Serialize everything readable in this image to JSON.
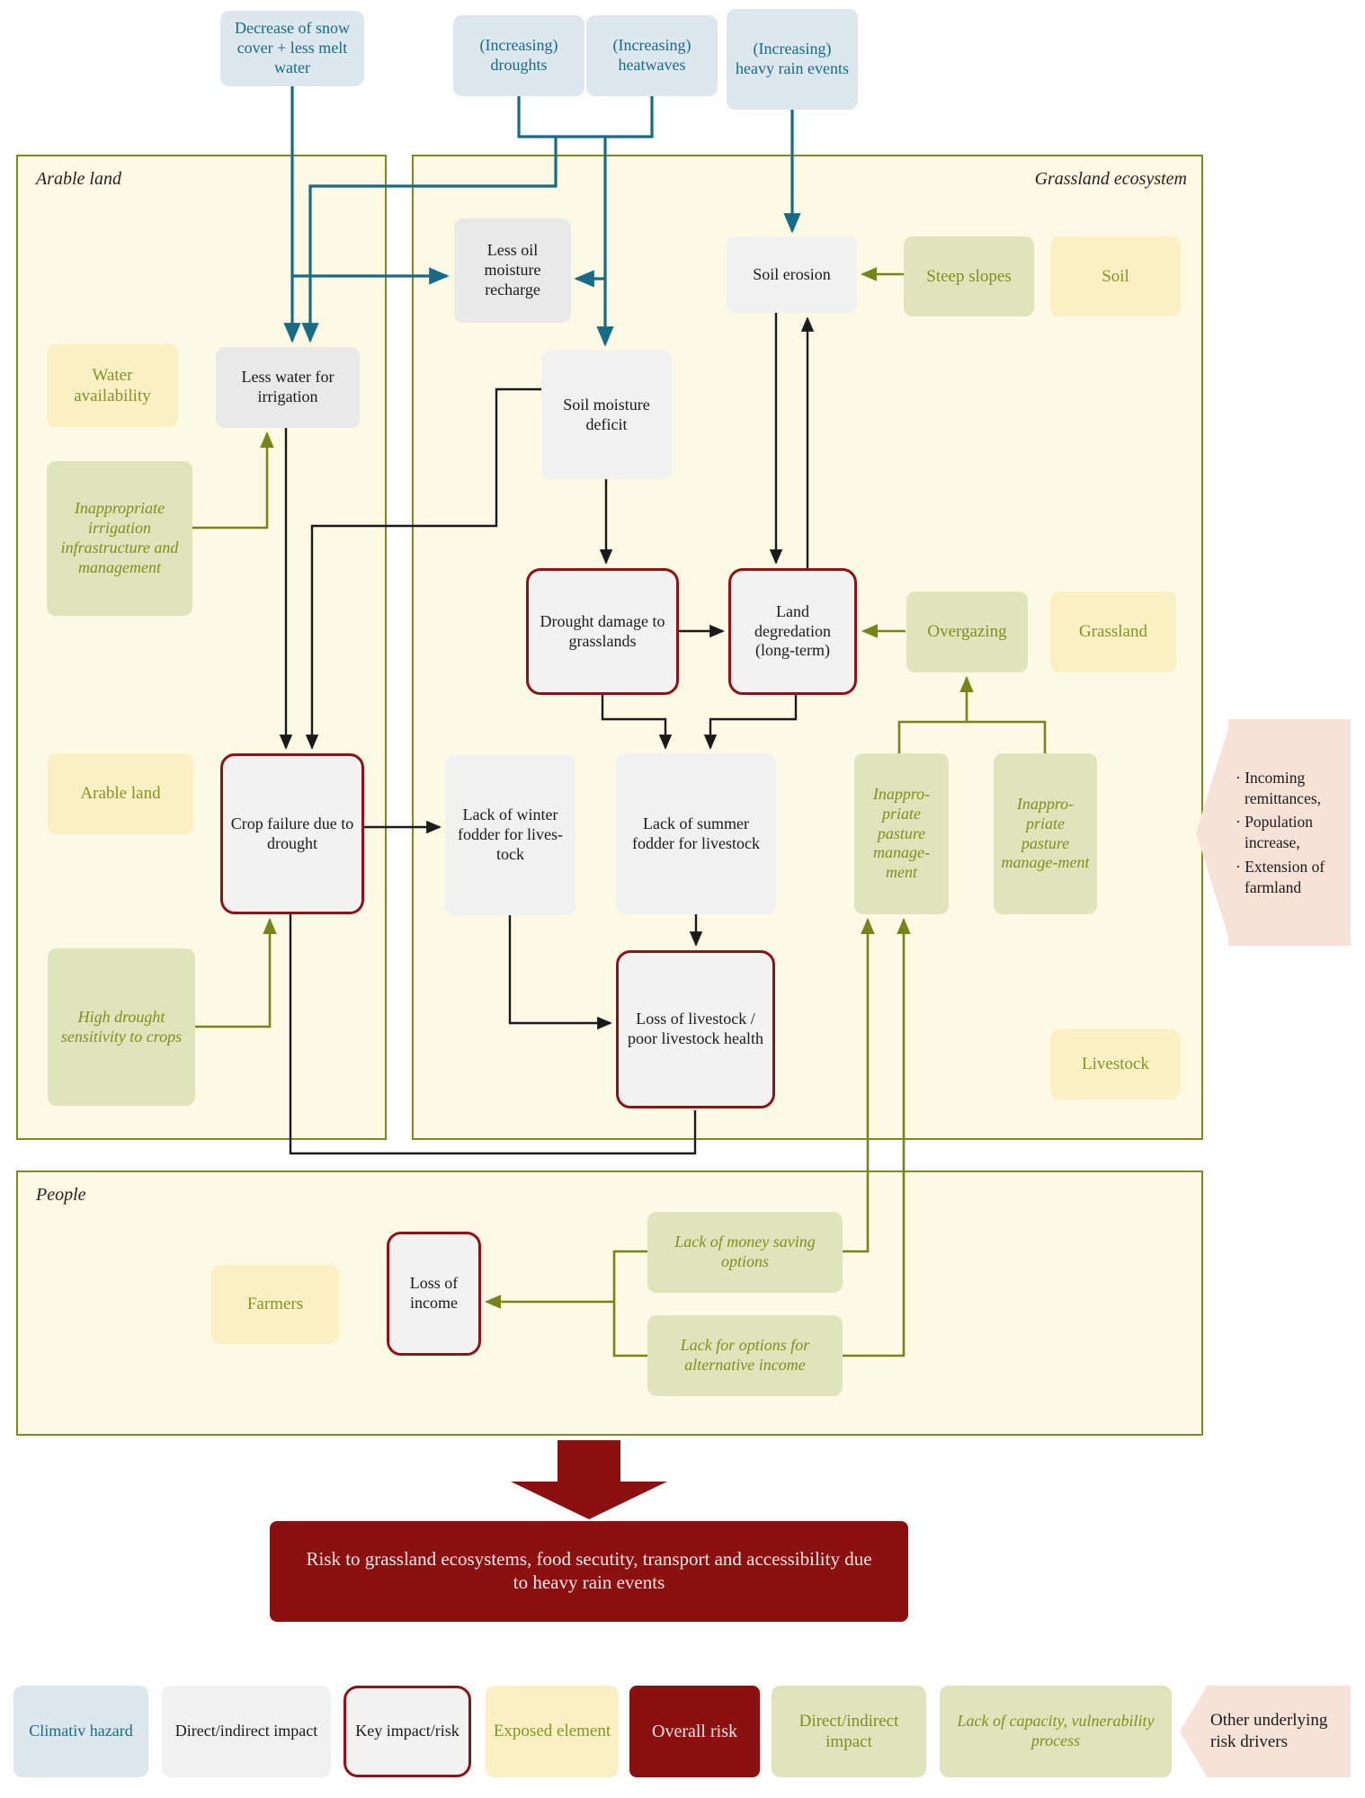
{
  "hazards": {
    "snow": "Decrease of snow cover + less melt water",
    "droughts": "(Increasing) droughts",
    "heatwaves": "(Increasing) heatwaves",
    "rain": "(Increasing) heavy rain events"
  },
  "containers": {
    "arable": "Arable land",
    "grassland": "Grassland ecosystem",
    "people": "People"
  },
  "nodes": {
    "less_oil": "Less oil moisture recharge",
    "soil_erosion": "Soil erosion",
    "steep_slopes": "Steep slopes",
    "soil": "Soil",
    "water_availability": "Water availability",
    "less_water": "Less water for irrigation",
    "soil_moisture": "Soil moisture deficit",
    "inappropriate_irrigation": "Inappropriate irrigation infrastructure and management",
    "drought_damage": "Drought damage to grasslands",
    "land_degradation": "Land degredation (long-term)",
    "overgazing": "Overgazing",
    "grassland": "Grassland",
    "arable_land": "Arable land",
    "crop_failure": "Crop failure due to drought",
    "winter_fodder": "Lack of winter fodder for lives-tock",
    "summer_fodder": "Lack of summer fodder for livestock",
    "pasture1": "Inappro-priate pasture manage-ment",
    "pasture2": "Inappro-priate pasture manage-ment",
    "high_drought": "High drought sensitivity to crops",
    "livestock": "Livestock",
    "loss_livestock": "Loss of livestock / poor livestock health",
    "farmers": "Farmers",
    "loss_income": "Loss of income",
    "lack_money": "Lack of money saving options",
    "lack_options": "Lack for options for alternative income"
  },
  "callout": {
    "items": [
      "Incoming remittances,",
      "Population increase,",
      "Extension of farmland"
    ]
  },
  "risk_box": "Risk to grassland ecosystems, food secutity, transport and accessibility due to heavy rain events",
  "legend": [
    {
      "label": "Climativ hazard"
    },
    {
      "label": "Direct/indirect impact"
    },
    {
      "label": "Key impact/risk"
    },
    {
      "label": "Exposed element"
    },
    {
      "label": "Overall risk"
    },
    {
      "label": "Direct/indirect impact"
    },
    {
      "label": "Lack of capacity, vulnerability process"
    },
    {
      "label": "Other underlying risk drivers"
    }
  ],
  "colors": {
    "teal": "#186b86",
    "olive_line": "#76851a",
    "olive_text": "#7f8f1f",
    "maroon": "#8b1111",
    "key_border": "#8c1316",
    "container_fill": "#fcf9e4",
    "container_border": "#7d8a1f",
    "hazard_fill": "#dde7ee",
    "exposed_fill": "#faf0c4",
    "green_fill": "#dfe4ba",
    "pink_fill": "#f7e2d7",
    "gray_fill": "#e9e9e9"
  }
}
